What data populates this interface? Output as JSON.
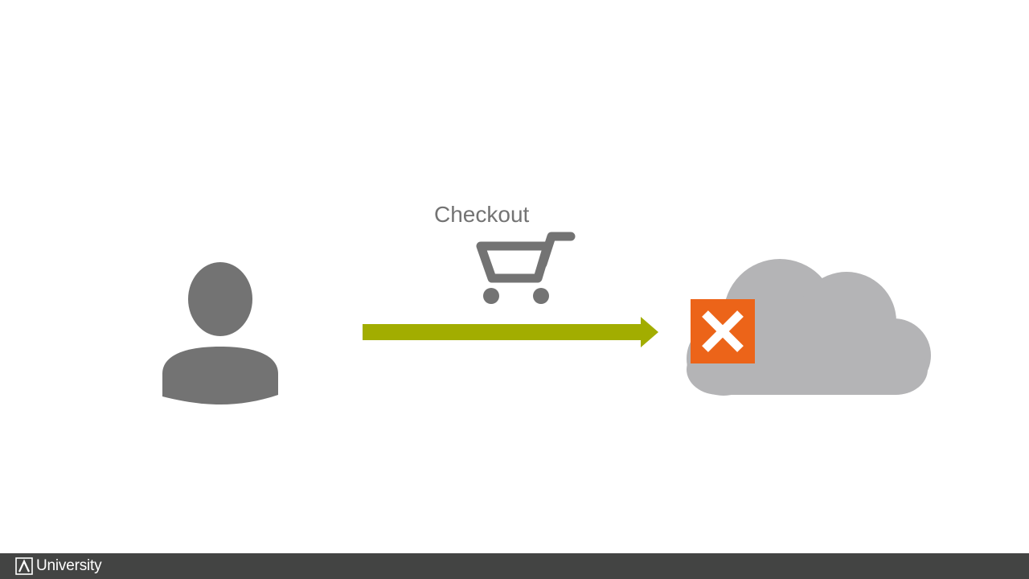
{
  "diagram": {
    "nodes": [
      {
        "id": "user",
        "icon": "user-icon"
      },
      {
        "id": "cart",
        "icon": "shopping-cart-icon",
        "label": "Checkout"
      },
      {
        "id": "cloud",
        "icon": "cloud-icon",
        "status_icon": "error-x-icon"
      }
    ],
    "edges": [
      {
        "from": "user",
        "to": "cloud",
        "icon": "arrow-right-icon"
      }
    ]
  },
  "checkout": {
    "label": "Checkout"
  },
  "footer": {
    "brand_text": "University",
    "logo_icon": "brand-a-logo-icon"
  },
  "colors": {
    "icon_gray": "#737373",
    "arrow_green": "#a2ad00",
    "cloud_gray": "#b4b4b6",
    "error_orange": "#ec6419",
    "footer_bg": "#434443",
    "footer_text": "#ffffff"
  }
}
